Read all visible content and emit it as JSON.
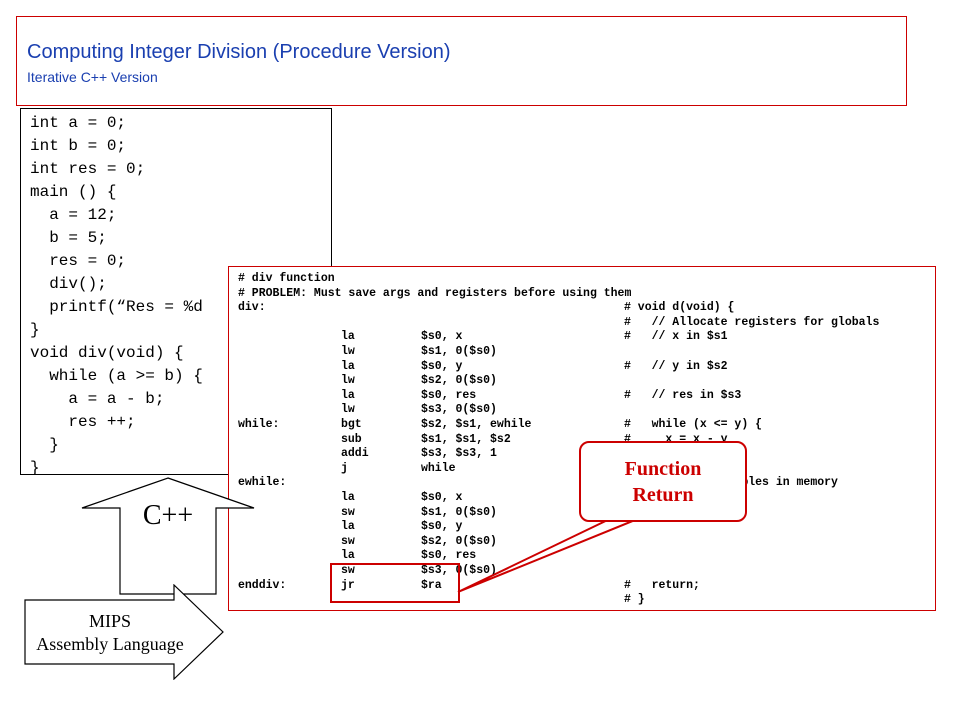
{
  "title": {
    "main": "Computing Integer Division (Procedure Version)",
    "sub": "Iterative C++ Version"
  },
  "cpp_code": [
    "int a = 0;",
    "int b = 0;",
    "int res = 0;",
    "main () {",
    "  a = 12;",
    "  b = 5;",
    "  res = 0;",
    "  div();",
    "  printf(“Res = %d",
    "}",
    "void div(void) {",
    "  while (a >= b) {",
    "    a = a - b;",
    "    res ++;",
    "  }",
    "}"
  ],
  "asm_code": [
    {
      "full": "# div function"
    },
    {
      "full": "# PROBLEM: Must save args and registers before using them"
    },
    {
      "label": "div:",
      "op": "",
      "args": "",
      "comment": "# void d(void) {"
    },
    {
      "label": "",
      "op": "",
      "args": "",
      "comment": "#   // Allocate registers for globals"
    },
    {
      "label": "",
      "op": "la",
      "args": "$s0, x",
      "comment": "#   // x in $s1"
    },
    {
      "label": "",
      "op": "lw",
      "args": "$s1, 0($s0)",
      "comment": ""
    },
    {
      "label": "",
      "op": "la",
      "args": "$s0, y",
      "comment": "#   // y in $s2"
    },
    {
      "label": "",
      "op": "lw",
      "args": "$s2, 0($s0)",
      "comment": ""
    },
    {
      "label": "",
      "op": "la",
      "args": "$s0, res",
      "comment": "#   // res in $s3"
    },
    {
      "label": "",
      "op": "lw",
      "args": "$s3, 0($s0)",
      "comment": ""
    },
    {
      "label": "while:",
      "op": "bgt",
      "args": "$s2, $s1, ewhile",
      "comment": "#   while (x <= y) {"
    },
    {
      "label": "",
      "op": "sub",
      "args": "$s1, $s1, $s2",
      "comment": "#     x = x - y"
    },
    {
      "label": "",
      "op": "addi",
      "args": "$s3, $s3, 1",
      "comment": ""
    },
    {
      "label": "",
      "op": "j",
      "args": "while",
      "comment": ""
    },
    {
      "label": "ewhile:",
      "op": "",
      "args": "",
      "comment": "              riables in memory"
    },
    {
      "label": "",
      "op": "la",
      "args": "$s0, x",
      "comment": ""
    },
    {
      "label": "",
      "op": "sw",
      "args": "$s1, 0($s0)",
      "comment": ""
    },
    {
      "label": "",
      "op": "la",
      "args": "$s0, y",
      "comment": ""
    },
    {
      "label": "",
      "op": "sw",
      "args": "$s2, 0($s0)",
      "comment": ""
    },
    {
      "label": "",
      "op": "la",
      "args": "$s0, res",
      "comment": ""
    },
    {
      "label": "",
      "op": "sw",
      "args": "$s3, 0($s0)",
      "comment": ""
    },
    {
      "label": "enddiv:",
      "op": "jr",
      "args": "$ra",
      "comment": "#   return;"
    },
    {
      "label": "",
      "op": "",
      "args": "",
      "comment": "# }"
    }
  ],
  "callout": {
    "line1": "Function",
    "line2": "Return"
  },
  "arrows": {
    "cpp_label": "C++",
    "mips_line1": "MIPS",
    "mips_line2": "Assembly Language"
  },
  "colors": {
    "accent": "#cc0000",
    "title": "#1a3fb0"
  }
}
